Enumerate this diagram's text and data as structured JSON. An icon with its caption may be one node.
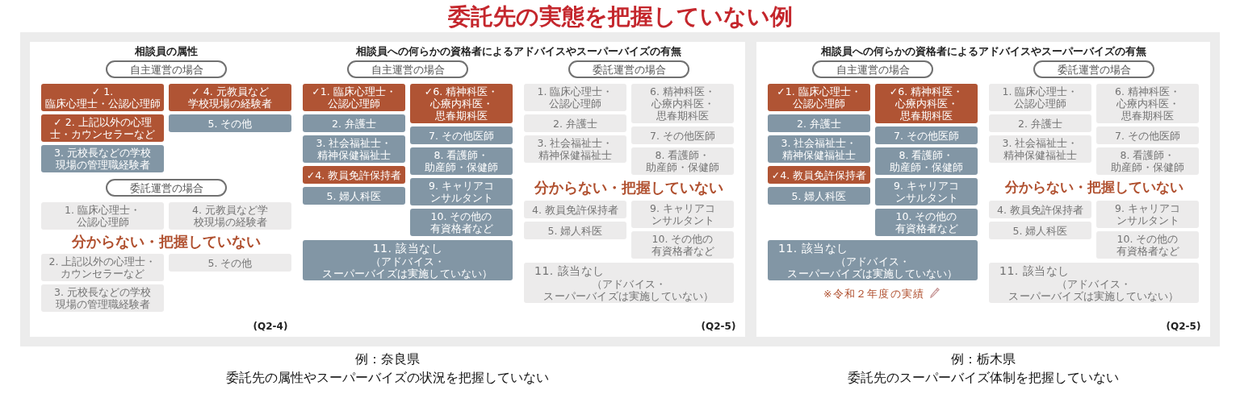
{
  "diagram": {
    "title": "委託先の実態を把握していない例",
    "nodes": [
      {
        "text": [],
        "shape": "box",
        "beside": [
          "例：奈良県",
          "委託先の属性やスーパーバイズの状況を把握していない"
        ]
      },
      {
        "text": [
          "自主運営の場合"
        ],
        "in": 0
      },
      {
        "text": [
          "✓ 1. 臨床心理士・公認心理師"
        ],
        "in": 0
      },
      {
        "text": [
          "✓ 2. 上記以外の心理士・カウンセラーなど"
        ],
        "in": 0
      },
      {
        "text": [
          "3. 元校長などの学校現場の管理職経験者"
        ],
        "in": 0
      },
      {
        "text": [
          "✓ 4. 元教員など学校現場の経験者"
        ],
        "in": 0
      },
      {
        "text": [
          "5. その他"
        ],
        "in": 0
      },
      {
        "text": [
          "委託運営の場合"
        ],
        "in": 0
      },
      {
        "text": [
          "1. 臨床心理士・公認心理師"
        ],
        "in": 0
      },
      {
        "text": [
          "2. 上記以外の心理士・カウンセラーなど"
        ],
        "in": 0
      },
      {
        "text": [
          "3. 元校長などの学校現場の管理職経験者"
        ],
        "in": 0
      },
      {
        "text": [
          "4. 元教員など学校現場の経験者"
        ],
        "in": 0
      },
      {
        "text": [
          "5. その他"
        ],
        "in": 0
      },
      {
        "text": [
          "自主運営の場合"
        ],
        "in": 0
      },
      {
        "text": [
          "✓1. 臨床心理士・公認心理師"
        ],
        "in": 0
      },
      {
        "text": [
          "2. 弁護士"
        ],
        "in": 0
      },
      {
        "text": [
          "3. 社会福祉士・精神保健福祉士"
        ],
        "in": 0
      },
      {
        "text": [
          "✓4. 教員免許保持者"
        ],
        "in": 0
      },
      {
        "text": [
          "5. 婦人科医"
        ],
        "in": 0
      },
      {
        "text": [
          "✓6. 精神科医・心療内科医・思春期科医"
        ],
        "in": 0
      },
      {
        "text": [
          "7. その他医師"
        ],
        "in": 0
      },
      {
        "text": [
          "8. 看護師・助産師・保健師"
        ],
        "in": 0
      },
      {
        "text": [
          "9. キャリアコンサルタント"
        ],
        "in": 0
      },
      {
        "text": [
          "10. その他の有資格者など"
        ],
        "in": 0
      },
      {
        "text": [
          "11. 該当なし",
          "（アドバイス・スーパーバイズは実施していない）"
        ],
        "in": 0
      },
      {
        "text": [
          "委託運営の場合"
        ],
        "in": 0
      },
      {
        "text": [
          "1. 臨床心理士・公認心理師"
        ],
        "in": 0
      },
      {
        "text": [
          "2. 弁護士"
        ],
        "in": 0
      },
      {
        "text": [
          "3. 社会福祉士・精神保健福祉士"
        ],
        "in": 0
      },
      {
        "text": [
          "4. 教員免許保持者"
        ],
        "in": 0
      },
      {
        "text": [
          "5. 婦人科医"
        ],
        "in": 0
      },
      {
        "text": [
          "6. 精神科医・心療内科医・思春期科医"
        ],
        "in": 0
      },
      {
        "text": [
          "7. その他医師"
        ],
        "in": 0
      },
      {
        "text": [
          "8. 看護師・助産師・保健師"
        ],
        "in": 0
      },
      {
        "text": [
          "9. キャリアコンサルタント"
        ],
        "in": 0
      },
      {
        "text": [
          "10. その他の有資格者など"
        ],
        "in": 0
      },
      {
        "text": [
          "11. 該当なし",
          "（アドバイス・スーパーバイズは実施していない）"
        ],
        "in": 0
      },
      {
        "text": [],
        "shape": "box",
        "beside": [
          "例：栃木県",
          "委託先のスーパーバイズ体制を把握していない"
        ]
      },
      {
        "text": [
          "自主運営の場合"
        ],
        "in": 37
      },
      {
        "text": [
          "✓1. 臨床心理士・公認心理師"
        ],
        "in": 37
      },
      {
        "text": [
          "2. 弁護士"
        ],
        "in": 37
      },
      {
        "text": [
          "3. 社会福祉士・精神保健福祉士"
        ],
        "in": 37
      },
      {
        "text": [
          "✓4. 教員免許保持者"
        ],
        "in": 37
      },
      {
        "text": [
          "5. 婦人科医"
        ],
        "in": 37
      },
      {
        "text": [
          "✓6. 精神科医・心療内科医・思春期科医"
        ],
        "in": 37
      },
      {
        "text": [
          "7. その他医師"
        ],
        "in": 37
      },
      {
        "text": [
          "8. 看護師・助産師・保健師"
        ],
        "in": 37
      },
      {
        "text": [
          "9. キャリアコンサルタント"
        ],
        "in": 37
      },
      {
        "text": [
          "10. その他の有資格者など"
        ],
        "in": 37
      },
      {
        "text": [
          "11. 該当なし",
          "（アドバイス・スーパーバイズは実施していない）"
        ],
        "in": 37
      },
      {
        "text": [
          "委託運営の場合"
        ],
        "in": 37
      },
      {
        "text": [
          "1. 臨床心理士・公認心理師"
        ],
        "in": 37
      },
      {
        "text": [
          "2. 弁護士"
        ],
        "in": 37
      },
      {
        "text": [
          "3. 社会福祉士・精神保健福祉士"
        ],
        "in": 37
      },
      {
        "text": [
          "4. 教員免許保持者"
        ],
        "in": 37
      },
      {
        "text": [
          "5. 婦人科医"
        ],
        "in": 37
      },
      {
        "text": [
          "6. 精神科医・心療内科医・思春期科医"
        ],
        "in": 37
      },
      {
        "text": [
          "7. その他医師"
        ],
        "in": 37
      },
      {
        "text": [
          "8. 看護師・助産師・保健師"
        ],
        "in": 37
      },
      {
        "text": [
          "9. キャリアコンサルタント"
        ],
        "in": 37
      },
      {
        "text": [
          "10. その他の有資格者など"
        ],
        "in": 37
      },
      {
        "text": [
          "11. 該当なし",
          "（アドバイス・スーパーバイズは実施していない）"
        ],
        "in": 37
      }
    ],
    "labels": [
      "相談員の属性",
      "相談員への何らかの資格者によるアドバイスやスーパーバイズの有無",
      "分からない・把握していない",
      "分からない・把握していない",
      "(Q2-4)",
      "(Q2-5)",
      "相談員への何らかの資格者によるアドバイスやスーパーバイズの有無",
      "分からない・把握していない",
      "※令和２年度の実績",
      "(Q2-5)"
    ]
  }
}
